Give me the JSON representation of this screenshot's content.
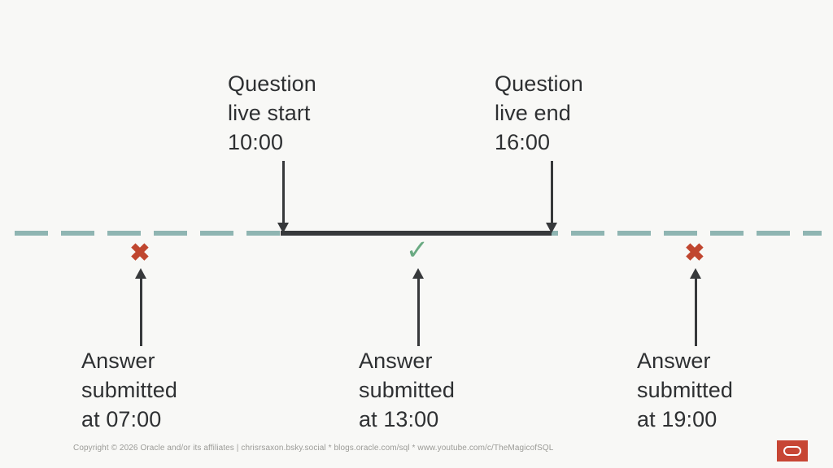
{
  "slide": {
    "background_color": "#f8f8f6",
    "timeline": {
      "dashed_color": "#8fb5b2",
      "solid_color": "#37393b",
      "solid_start_time": "10:00",
      "solid_end_time": "16:00"
    },
    "top_labels": [
      {
        "id": "question-live-start",
        "text": "Question\nlive start\n 10:00",
        "time": "10:00"
      },
      {
        "id": "question-live-end",
        "text": "Question\nlive end\n 16:00",
        "time": "16:00"
      }
    ],
    "bottom_labels": [
      {
        "id": "answer-07",
        "text": "Answer\nsubmitted\nat 07:00",
        "time": "07:00"
      },
      {
        "id": "answer-13",
        "text": "Answer\nsubmitted\nat 13:00",
        "time": "13:00"
      },
      {
        "id": "answer-19",
        "text": "Answer\nsubmitted\nat 19:00",
        "time": "19:00"
      }
    ],
    "marks": [
      {
        "id": "mark-07",
        "glyph": "✖",
        "kind": "cross",
        "color": "#c0462f"
      },
      {
        "id": "mark-13",
        "glyph": "✓",
        "kind": "check",
        "color": "#6aaa82"
      },
      {
        "id": "mark-19",
        "glyph": "✖",
        "kind": "cross",
        "color": "#c0462f"
      }
    ]
  },
  "footer": {
    "copyright": "Copyright © 2026 Oracle and/or its affiliates | chrisrsaxon.bsky.social * blogs.oracle.com/sql * www.youtube.com/c/TheMagicofSQL",
    "logo_color": "#c74634"
  }
}
